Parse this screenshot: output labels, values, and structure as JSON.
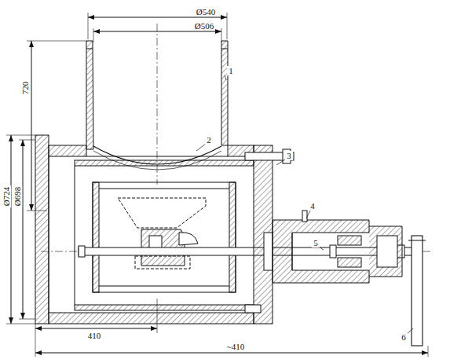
{
  "diagram": {
    "labels": [
      "Ø540",
      "Ø506",
      "720",
      "1",
      "2",
      "3",
      "4",
      "5",
      "6",
      "Ø724",
      "Ø698",
      "410",
      "~410"
    ]
  }
}
